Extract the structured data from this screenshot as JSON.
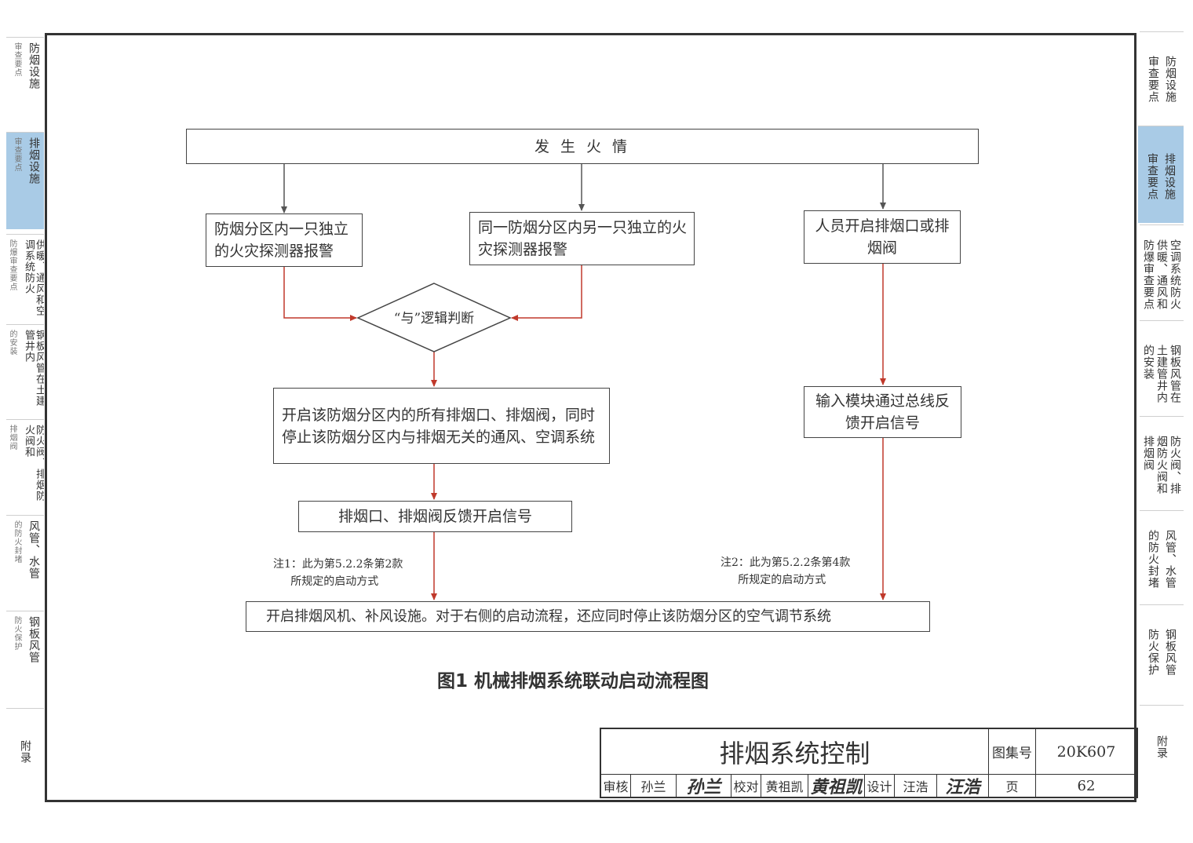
{
  "sidebar_left": [
    {
      "label": "防烟设施",
      "sub": "审查要点",
      "active": false
    },
    {
      "label": "排烟设施",
      "sub": "审查要点",
      "active": true
    },
    {
      "label": "供暖、通风和空调系统防火",
      "sub": "防爆审查要点",
      "active": false
    },
    {
      "label": "钢板风管在土建管井内",
      "sub": "的安装",
      "active": false
    },
    {
      "label": "防火阀、排烟防火阀和",
      "sub": "排烟阀",
      "active": false
    },
    {
      "label": "风管、水管",
      "sub": "的防火封堵",
      "active": false
    },
    {
      "label": "钢板风管",
      "sub": "防火保护",
      "active": false
    },
    {
      "label": "附录",
      "sub": "",
      "active": false
    }
  ],
  "sidebar_right": [
    {
      "col1": "审查要点",
      "col2": "防烟设施",
      "active": false
    },
    {
      "col1": "审查要点",
      "col2": "排烟设施",
      "active": true
    },
    {
      "col1": "防爆审查要点",
      "col2": "供暖、通风和",
      "col3": "空调系统防火",
      "active": false
    },
    {
      "col1": "的安装",
      "col2": "土建管井内",
      "col3": "钢板风管在",
      "active": false
    },
    {
      "col1": "排烟阀",
      "col2": "烟防火阀和",
      "col3": "防火阀、排",
      "active": false
    },
    {
      "col1": "的防火封堵",
      "col2": "风管、水管",
      "active": false
    },
    {
      "col1": "防火保护",
      "col2": "钢板风管",
      "active": false
    },
    {
      "col1": "附录",
      "active": false
    }
  ],
  "flowchart": {
    "start": "发 生 火 情",
    "left_detector": "防烟分区内一只独立的火灾探测器报警",
    "mid_detector": "同一防烟分区内另一只独立的火灾探测器报警",
    "manual": "人员开启排烟口或排烟阀",
    "and_logic": "“与”逻辑判断",
    "open_all": "开启该防烟分区内的所有排烟口、排烟阀，同时停止该防烟分区内与排烟无关的通风、空调系统",
    "feedback": "排烟口、排烟阀反馈开启信号",
    "input_module": "输入模块通过总线反馈开启信号",
    "final": "开启排烟风机、补风设施。对于右侧的启动流程，还应同时停止该防烟分区的空气调节系统",
    "note1": "注1：此为第5.2.2条第2款\n     所规定的启动方式",
    "note2": "注2：此为第5.2.2条第4款\n     所规定的启动方式"
  },
  "caption": "图1  机械排烟系统联动启动流程图",
  "title_block": {
    "title": "排烟系统控制",
    "atlas_label": "图集号",
    "atlas_no": "20K607",
    "review_label": "审核",
    "reviewer": "孙兰",
    "check_label": "校对",
    "checker": "黄祖凯",
    "design_label": "设计",
    "designer": "汪浩",
    "page_label": "页",
    "page_no": "62"
  },
  "colors": {
    "arrow_gray": "#555555",
    "arrow_red": "#c0392b",
    "sidebar_active": "#a9cbe6"
  }
}
